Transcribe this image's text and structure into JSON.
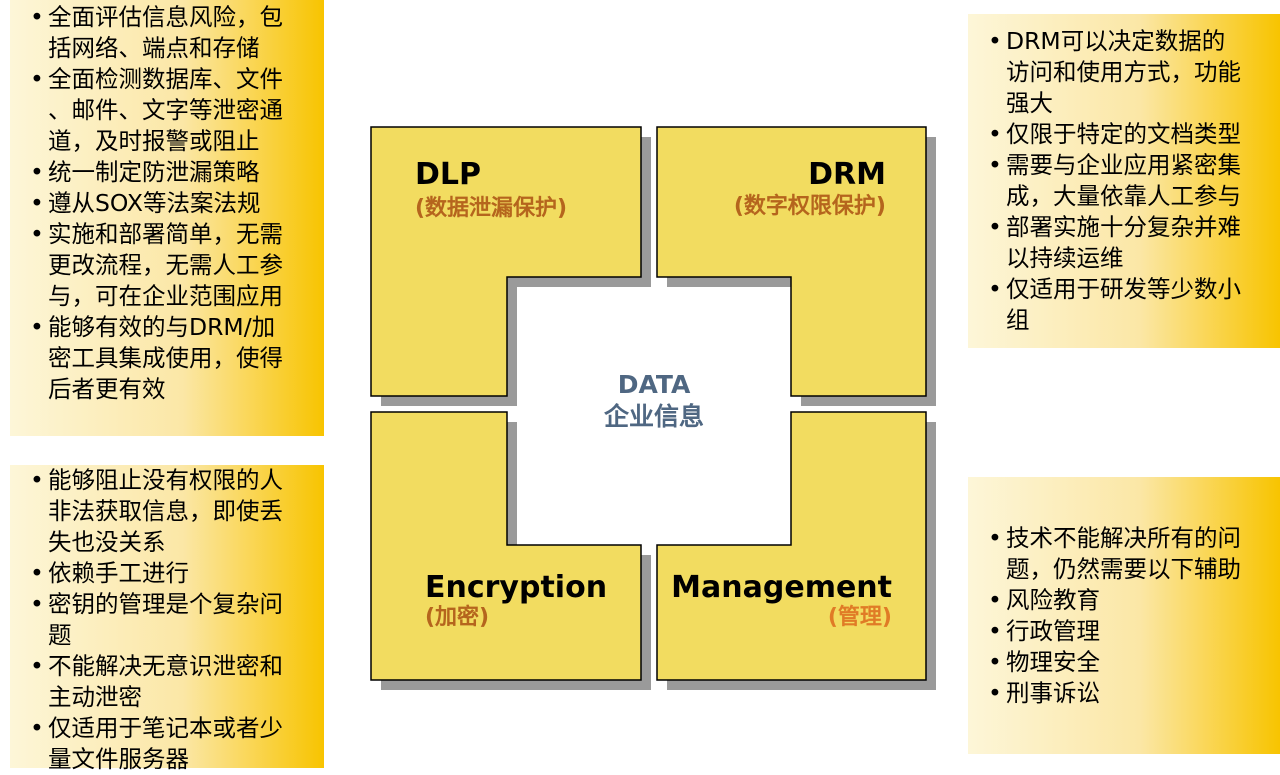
{
  "diagram": {
    "center_line1": "DATA",
    "center_line2": "企业信息",
    "quadrants": {
      "dlp": {
        "title": "DLP",
        "subtitle": "(数据泄漏保护)"
      },
      "drm": {
        "title": "DRM",
        "subtitle": "(数字权限保护)"
      },
      "encryption": {
        "title": "Encryption",
        "subtitle": "(加密)"
      },
      "management": {
        "title": "Management",
        "subtitle": "(管理)"
      }
    },
    "colors": {
      "block_fill": "#f2dc60",
      "block_border": "#000000",
      "shadow": "#9a9a9a",
      "subtitle_brown": "#b5651d",
      "subtitle_orange": "#e07b26",
      "center_text": "#4f6782"
    }
  },
  "notes": {
    "dlp": {
      "lines": [
        [
          "全面评估信息风险，包",
          "括网络、端点和存储"
        ],
        [
          "全面检测数据库、文件",
          "、邮件、文字等泄密通",
          "道，及时报警或阻止"
        ],
        [
          "统一制定防泄漏策略"
        ],
        [
          "遵从SOX等法案法规"
        ],
        [
          "实施和部署简单，无需",
          "更改流程，无需人工参",
          "与，可在企业范围应用"
        ],
        [
          "能够有效的与DRM/加",
          "密工具集成使用，使得",
          "后者更有效"
        ]
      ]
    },
    "encryption": {
      "lines": [
        [
          "能够阻止没有权限的人",
          "非法获取信息，即使丢",
          "失也没关系"
        ],
        [
          "依赖手工进行"
        ],
        [
          "密钥的管理是个复杂问",
          "题"
        ],
        [
          "不能解决无意识泄密和",
          "主动泄密"
        ],
        [
          "仅适用于笔记本或者少",
          "量文件服务器"
        ]
      ]
    },
    "drm": {
      "lines": [
        [
          "DRM可以决定数据的",
          "访问和使用方式，功能",
          "强大"
        ],
        [
          "仅限于特定的文档类型"
        ],
        [
          "需要与企业应用紧密集",
          "成，大量依靠人工参与"
        ],
        [
          "部署实施十分复杂并难",
          "以持续运维"
        ],
        [
          "仅适用于研发等少数小",
          "组"
        ]
      ]
    },
    "management": {
      "lines": [
        [
          "技术不能解决所有的问",
          "题，仍然需要以下辅助"
        ],
        [
          "风险教育"
        ],
        [
          "行政管理"
        ],
        [
          "物理安全"
        ],
        [
          "刑事诉讼"
        ]
      ]
    }
  }
}
